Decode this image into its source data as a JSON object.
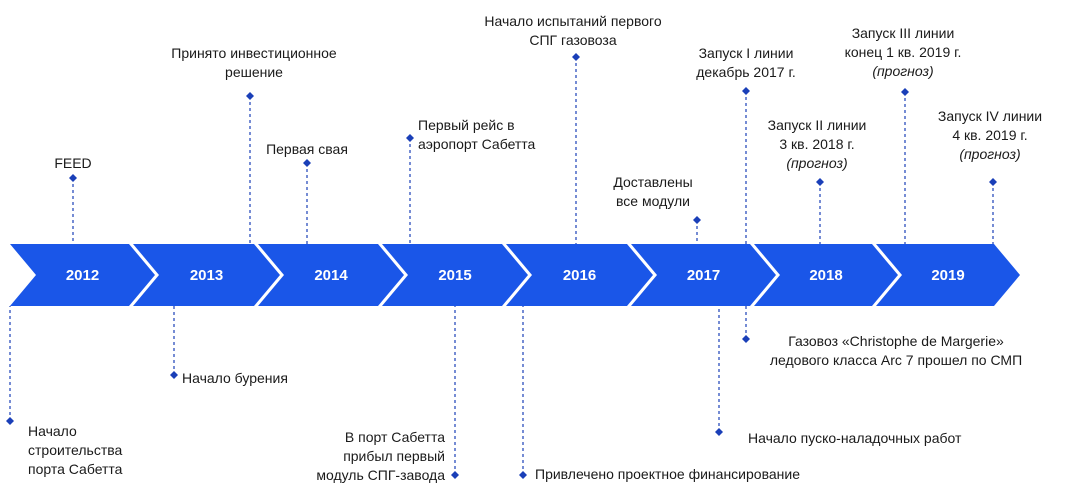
{
  "colors": {
    "arrow": "#1a56e8",
    "connector": "#1a3fb8"
  },
  "years": [
    "2012",
    "2013",
    "2014",
    "2015",
    "2016",
    "2017",
    "2018",
    "2019"
  ],
  "events_top": [
    {
      "lines": [
        "FEED"
      ]
    },
    {
      "lines": [
        "Принято инвестиционное",
        "решение"
      ]
    },
    {
      "lines": [
        "Первая свая"
      ]
    },
    {
      "lines": [
        "Первый рейс в",
        "аэропорт Сабетта"
      ]
    },
    {
      "lines": [
        "Начало испытаний первого",
        "СПГ газовоза"
      ]
    },
    {
      "lines": [
        "Доставлены",
        "все модули"
      ]
    },
    {
      "lines": [
        "Запуск I линии",
        "декабрь 2017 г."
      ]
    },
    {
      "lines": [
        "Запуск II линии",
        "3 кв. 2018 г."
      ],
      "note": "(прогноз)"
    },
    {
      "lines": [
        "Запуск III линии",
        "конец 1 кв. 2019 г."
      ],
      "note": "(прогноз)"
    },
    {
      "lines": [
        "Запуск IV линии",
        "4 кв. 2019 г."
      ],
      "note": "(прогноз)"
    }
  ],
  "events_bottom": [
    {
      "lines": [
        "Начало",
        "строительства",
        "порта Сабетта"
      ]
    },
    {
      "lines": [
        "Начало бурения"
      ]
    },
    {
      "lines": [
        "В порт Сабетта",
        "прибыл первый",
        "модуль СПГ-завода"
      ]
    },
    {
      "lines": [
        "Привлечено проектное финансирование"
      ]
    },
    {
      "lines": [
        "Начало пуско-наладочных работ"
      ]
    },
    {
      "lines": [
        "Газовоз «Christophe de Margerie»",
        "ледового класса Arc 7 прошел по СМП"
      ]
    }
  ]
}
